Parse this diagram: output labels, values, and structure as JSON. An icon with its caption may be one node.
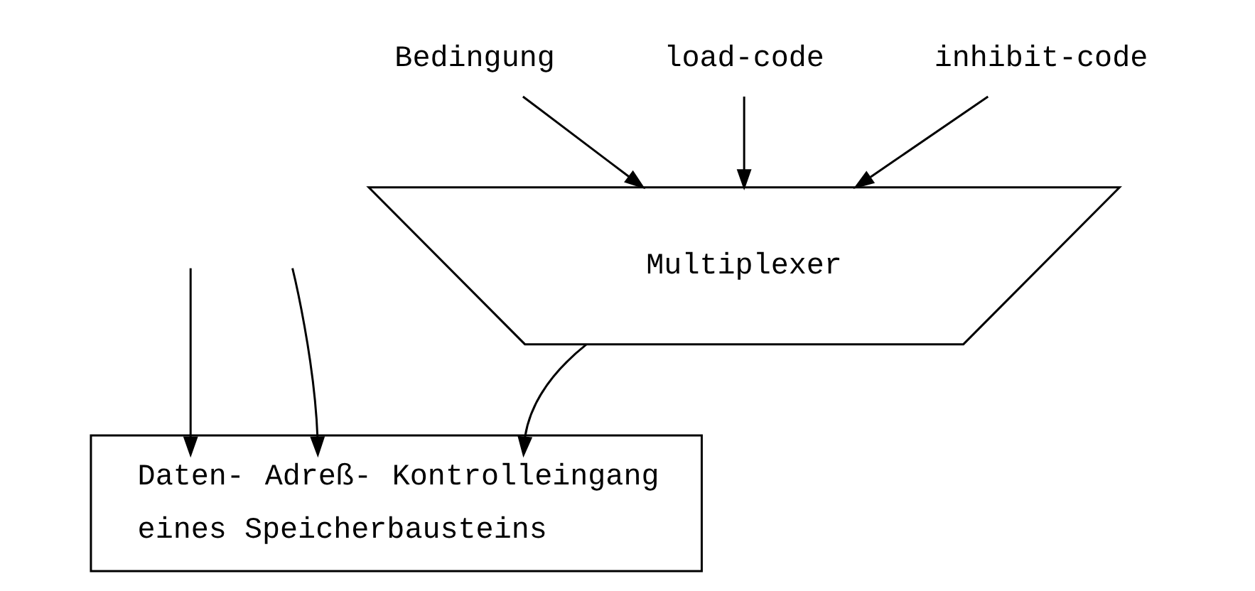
{
  "diagram": {
    "nodes": [
      {
        "text": [
          "Bedingung"
        ]
      },
      {
        "text": [
          "load-code"
        ]
      },
      {
        "text": [
          "inhibit-code"
        ]
      },
      {
        "text": [
          "Multiplexer"
        ]
      },
      {
        "text": [
          "Daten-",
          "Adreß-",
          "Kontrolleingang",
          "eines Speicherbausteins"
        ]
      }
    ],
    "edges": [
      {
        "from": 0,
        "to": 3,
        "arrow": "to"
      },
      {
        "from": 1,
        "to": 3,
        "arrow": "to"
      },
      {
        "from": 2,
        "to": 3,
        "arrow": "to"
      },
      {
        "from": null,
        "to": 4,
        "arrow": "to"
      },
      {
        "from": null,
        "to": 4,
        "arrow": "to"
      },
      {
        "from": 3,
        "to": 4,
        "arrow": "to"
      }
    ]
  }
}
